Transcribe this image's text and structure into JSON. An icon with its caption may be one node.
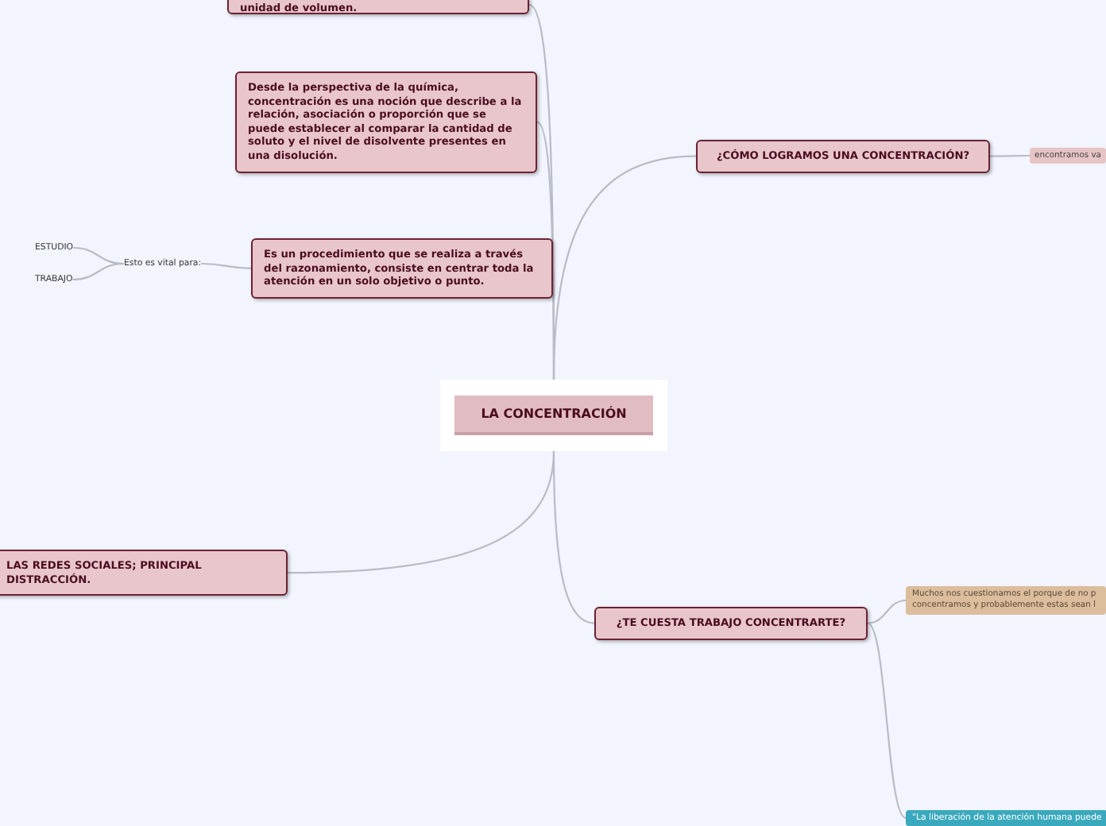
{
  "diagram": {
    "nodes": [
      {
        "text": [
          "LA CONCENTRACIÓN"
        ]
      },
      {
        "text": [
          "unidad de volumen."
        ]
      },
      {
        "text": [
          "Desde la perspectiva de la química, concentración es una noción que describe a la relación, asociación o proporción que se puede establecer al comparar la cantidad de soluto y el nivel de disolvente presentes en una disolución."
        ]
      },
      {
        "text": [
          "Es un procedimiento que se realiza a través del razonamiento, consiste en centrar toda la atención en un solo objetivo o punto."
        ]
      },
      {
        "text": [
          "Esto es vital para:"
        ]
      },
      {
        "text": [
          "ESTUDIO"
        ]
      },
      {
        "text": [
          "TRABAJO"
        ]
      },
      {
        "text": [
          "¿CÓMO LOGRAMOS UNA CONCENTRACIÓN?"
        ]
      },
      {
        "text": [
          "encontramos va"
        ]
      },
      {
        "text": [
          "LAS REDES SOCIALES; PRINCIPAL DISTRACCIÓN."
        ]
      },
      {
        "text": [
          "¿TE CUESTA TRABAJO CONCENTRARTE?"
        ]
      },
      {
        "text": [
          "Muchos nos cuestionamos el porque de no p concentramos y probablemente estas sean l"
        ]
      },
      {
        "text": [
          "\"La liberación de la atención humana puede"
        ]
      }
    ],
    "edges": [
      {
        "from": 0,
        "to": 1,
        "arrow": "none"
      },
      {
        "from": 0,
        "to": 2,
        "arrow": "none"
      },
      {
        "from": 0,
        "to": 3,
        "arrow": "none"
      },
      {
        "from": 3,
        "to": 4,
        "arrow": "none"
      },
      {
        "from": 4,
        "to": 5,
        "arrow": "none"
      },
      {
        "from": 4,
        "to": 6,
        "arrow": "none"
      },
      {
        "from": 0,
        "to": 7,
        "arrow": "none"
      },
      {
        "from": 7,
        "to": 8,
        "arrow": "none"
      },
      {
        "from": 0,
        "to": 9,
        "arrow": "none"
      },
      {
        "from": 0,
        "to": 10,
        "arrow": "none"
      },
      {
        "from": 10,
        "to": 11,
        "arrow": "none"
      },
      {
        "from": 10,
        "to": 12,
        "arrow": "none"
      }
    ]
  }
}
